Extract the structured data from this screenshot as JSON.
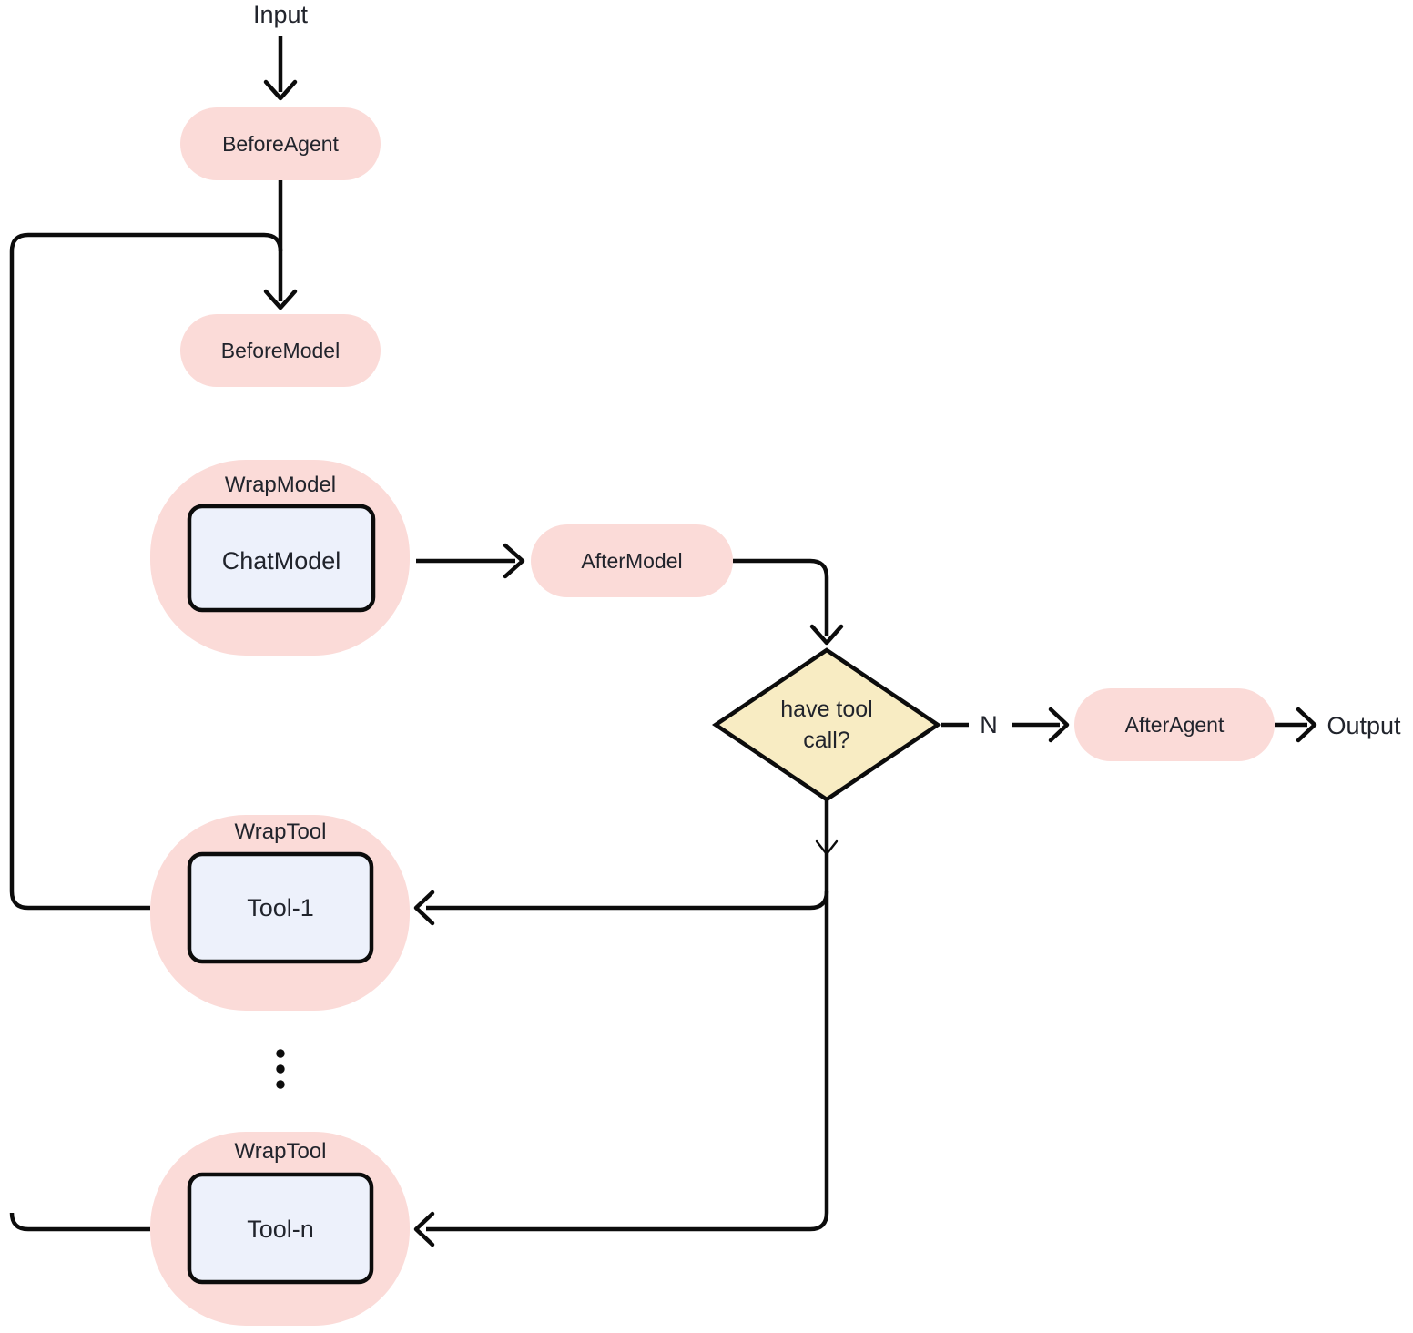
{
  "diagram": {
    "type": "flowchart",
    "colors": {
      "node_pink": "#fbdbd8",
      "node_blue": "#edf1fb",
      "decision_yellow": "#f8ecc3",
      "line": "#0c0c0c",
      "text": "#21242c"
    },
    "nodes": {
      "input": {
        "label": "Input"
      },
      "before_agent": {
        "label": "BeforeAgent"
      },
      "before_model": {
        "label": "BeforeModel"
      },
      "wrap_model": {
        "label": "WrapModel",
        "inner": "ChatModel"
      },
      "after_model": {
        "label": "AfterModel"
      },
      "decision": {
        "lines": [
          "have tool",
          "call?"
        ]
      },
      "after_agent": {
        "label": "AfterAgent"
      },
      "wrap_tool_1": {
        "label": "WrapTool",
        "inner": "Tool-1"
      },
      "wrap_tool_n": {
        "label": "WrapTool",
        "inner": "Tool-n"
      },
      "output": {
        "label": "Output"
      }
    },
    "edges": {
      "decision_no_label": "N",
      "tools_ellipsis": "⋮"
    }
  }
}
